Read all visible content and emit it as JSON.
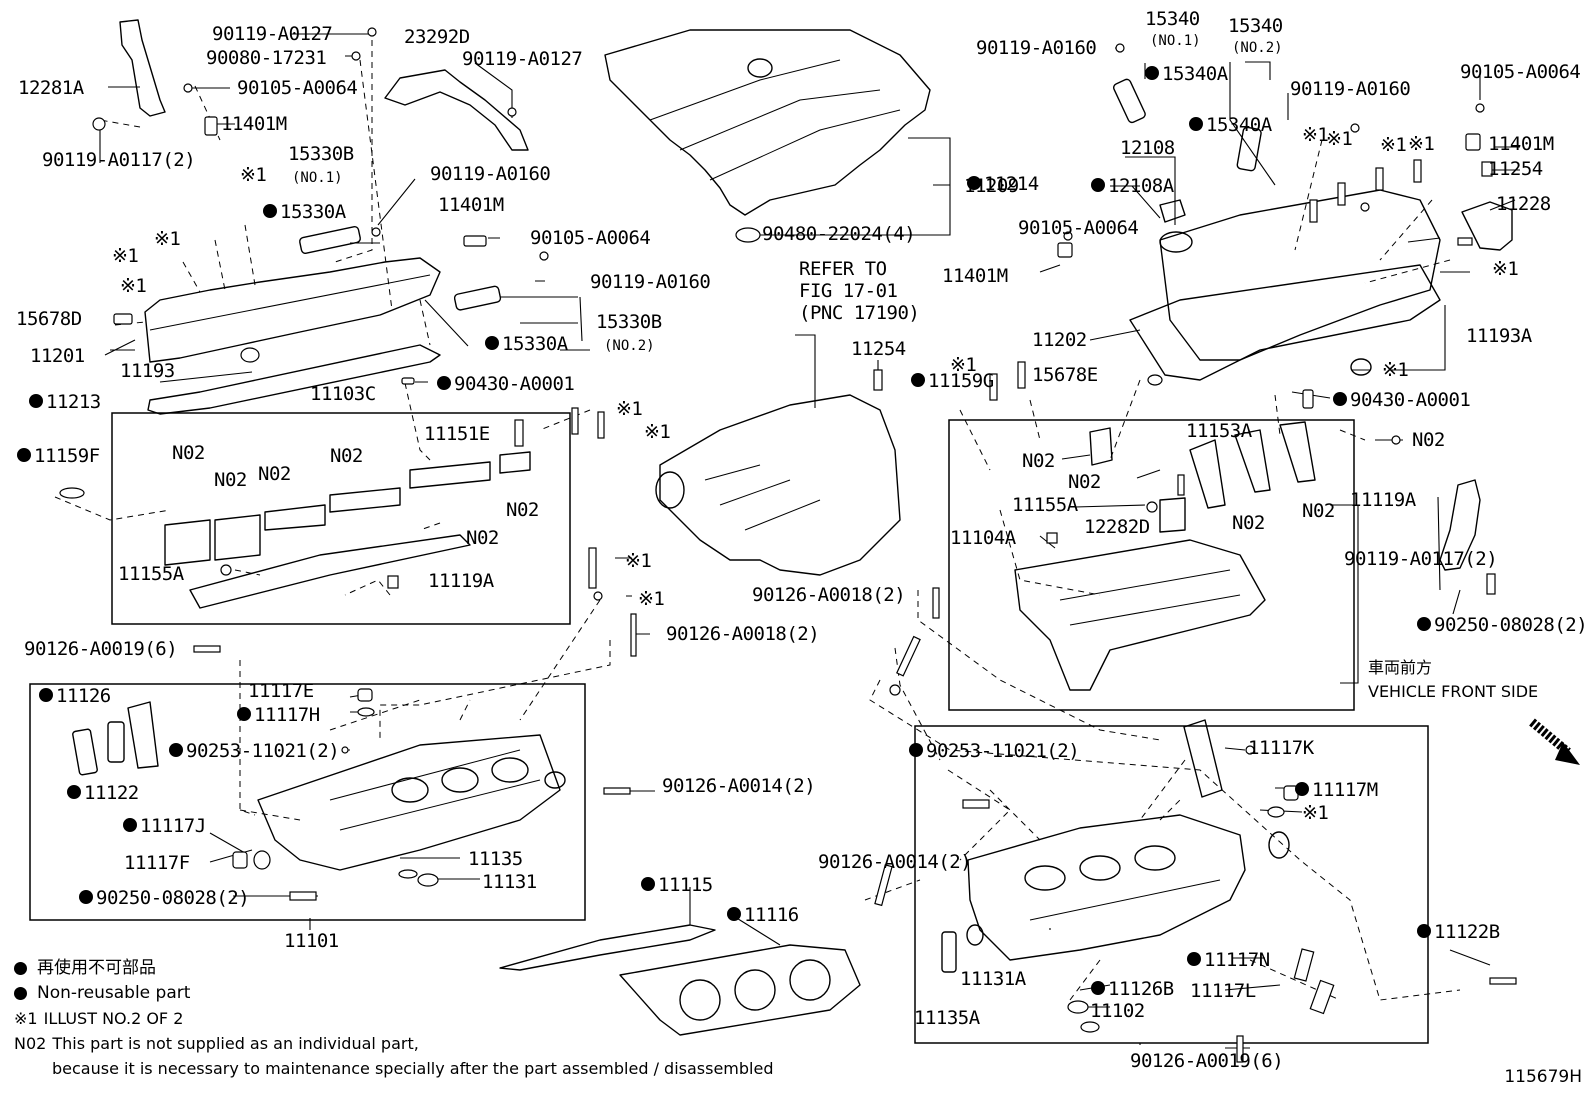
{
  "drawing_id": "115679H",
  "vehicle_front": {
    "jp": "車両前方",
    "en": "VEHICLE FRONT SIDE"
  },
  "refer": {
    "line1": "REFER TO",
    "line2": "FIG 17-01",
    "line3": "(PNC 17190)"
  },
  "legend": {
    "jp_nonreusable": "再使用不可部品",
    "en_nonreusable": "Non-reusable part",
    "illust_note_mark": "※1",
    "illust_note": "ILLUST NO.2 OF 2",
    "n02_mark": "N02",
    "n02_line1": "This part is not supplied as an individual part,",
    "n02_line2": "because it is necessary to maintenance specially after the part assembled / disassembled"
  },
  "labels": [
    {
      "t": "12281A",
      "c": false
    },
    {
      "t": "90119-A0117(2)",
      "c": false
    },
    {
      "t": "90119-A0127",
      "c": false
    },
    {
      "t": "90080-17231",
      "c": false
    },
    {
      "t": "23292D",
      "c": false
    },
    {
      "t": "90119-A0127",
      "c": false
    },
    {
      "t": "90105-A0064",
      "c": false
    },
    {
      "t": "11401M",
      "c": false
    },
    {
      "t": "15330B",
      "c": false
    },
    {
      "t": "(NO.1)",
      "c": false
    },
    {
      "t": "※1",
      "c": false
    },
    {
      "t": "15330A",
      "c": true
    },
    {
      "t": "90119-A0160",
      "c": false
    },
    {
      "t": "※1",
      "c": false
    },
    {
      "t": "※1",
      "c": false
    },
    {
      "t": "※1",
      "c": false
    },
    {
      "t": "11401M",
      "c": false
    },
    {
      "t": "90105-A0064",
      "c": false
    },
    {
      "t": "90119-A0160",
      "c": false
    },
    {
      "t": "15678D",
      "c": false
    },
    {
      "t": "15330B",
      "c": false
    },
    {
      "t": "(NO.2)",
      "c": false
    },
    {
      "t": "15330A",
      "c": true
    },
    {
      "t": "11201",
      "c": false
    },
    {
      "t": "11193",
      "c": false
    },
    {
      "t": "11213",
      "c": true
    },
    {
      "t": "11103C",
      "c": false
    },
    {
      "t": "90430-A0001",
      "c": true
    },
    {
      "t": "※1",
      "c": false
    },
    {
      "t": "11151E",
      "c": false
    },
    {
      "t": "※1",
      "c": false
    },
    {
      "t": "11159F",
      "c": true
    },
    {
      "t": "N02",
      "c": false
    },
    {
      "t": "N02",
      "c": false
    },
    {
      "t": "N02",
      "c": false
    },
    {
      "t": "N02",
      "c": false
    },
    {
      "t": "N02",
      "c": false
    },
    {
      "t": "N02",
      "c": false
    },
    {
      "t": "11155A",
      "c": false
    },
    {
      "t": "11119A",
      "c": false
    },
    {
      "t": "11209",
      "c": false
    },
    {
      "t": "90480-22024(4)",
      "c": false
    },
    {
      "t": "11254",
      "c": false
    },
    {
      "t": "90126-A0018(2)",
      "c": false
    },
    {
      "t": "※1",
      "c": false
    },
    {
      "t": "※1",
      "c": false
    },
    {
      "t": "90126-A0018(2)",
      "c": false
    },
    {
      "t": "90126-A0019(6)",
      "c": false
    },
    {
      "t": "11126",
      "c": true
    },
    {
      "t": "11122",
      "c": true
    },
    {
      "t": "11117E",
      "c": false
    },
    {
      "t": "11117H",
      "c": true
    },
    {
      "t": "90253-11021(2)",
      "c": true
    },
    {
      "t": "90126-A0014(2)",
      "c": false
    },
    {
      "t": "11117J",
      "c": true
    },
    {
      "t": "11117F",
      "c": false
    },
    {
      "t": "11135",
      "c": false
    },
    {
      "t": "11131",
      "c": false
    },
    {
      "t": "90250-08028(2)",
      "c": true
    },
    {
      "t": "11101",
      "c": false
    },
    {
      "t": "11115",
      "c": true
    },
    {
      "t": "11116",
      "c": true
    },
    {
      "t": "90119-A0160",
      "c": false
    },
    {
      "t": "15340",
      "c": false
    },
    {
      "t": "(NO.1)",
      "c": false
    },
    {
      "t": "15340",
      "c": false
    },
    {
      "t": "(NO.2)",
      "c": false
    },
    {
      "t": "15340A",
      "c": true
    },
    {
      "t": "90119-A0160",
      "c": false
    },
    {
      "t": "15340A",
      "c": true
    },
    {
      "t": "90105-A0064",
      "c": false
    },
    {
      "t": "12108",
      "c": false
    },
    {
      "t": "12108A",
      "c": true
    },
    {
      "t": "11401M",
      "c": false
    },
    {
      "t": "11254",
      "c": false
    },
    {
      "t": "11228",
      "c": false
    },
    {
      "t": "90105-A0064",
      "c": false
    },
    {
      "t": "11401M",
      "c": false
    },
    {
      "t": "※1",
      "c": false
    },
    {
      "t": "※1",
      "c": false
    },
    {
      "t": "※1",
      "c": false
    },
    {
      "t": "※1",
      "c": false
    },
    {
      "t": "※1",
      "c": false
    },
    {
      "t": "11214",
      "c": true
    },
    {
      "t": "11202",
      "c": false
    },
    {
      "t": "11193A",
      "c": false
    },
    {
      "t": "※1",
      "c": false
    },
    {
      "t": "※1",
      "c": false
    },
    {
      "t": "11159G",
      "c": true
    },
    {
      "t": "15678E",
      "c": false
    },
    {
      "t": "90430-A0001",
      "c": true
    },
    {
      "t": "N02",
      "c": false
    },
    {
      "t": "N02",
      "c": false
    },
    {
      "t": "11153A",
      "c": false
    },
    {
      "t": "N02",
      "c": false
    },
    {
      "t": "N02",
      "c": false
    },
    {
      "t": "N02",
      "c": false
    },
    {
      "t": "11155A",
      "c": false
    },
    {
      "t": "12282D",
      "c": false
    },
    {
      "t": "11119A",
      "c": false
    },
    {
      "t": "11104A",
      "c": false
    },
    {
      "t": "90119-A0117(2)",
      "c": false
    },
    {
      "t": "90250-08028(2)",
      "c": true
    },
    {
      "t": "90253-11021(2)",
      "c": true
    },
    {
      "t": "11117K",
      "c": false
    },
    {
      "t": "11117M",
      "c": true
    },
    {
      "t": "※1",
      "c": false
    },
    {
      "t": "90126-A0014(2)",
      "c": false
    },
    {
      "t": "11122B",
      "c": true
    },
    {
      "t": "11117N",
      "c": true
    },
    {
      "t": "11131A",
      "c": false
    },
    {
      "t": "11126B",
      "c": true
    },
    {
      "t": "11117L",
      "c": false
    },
    {
      "t": "11135A",
      "c": false
    },
    {
      "t": "11102",
      "c": false
    },
    {
      "t": "90126-A0019(6)",
      "c": false
    }
  ]
}
